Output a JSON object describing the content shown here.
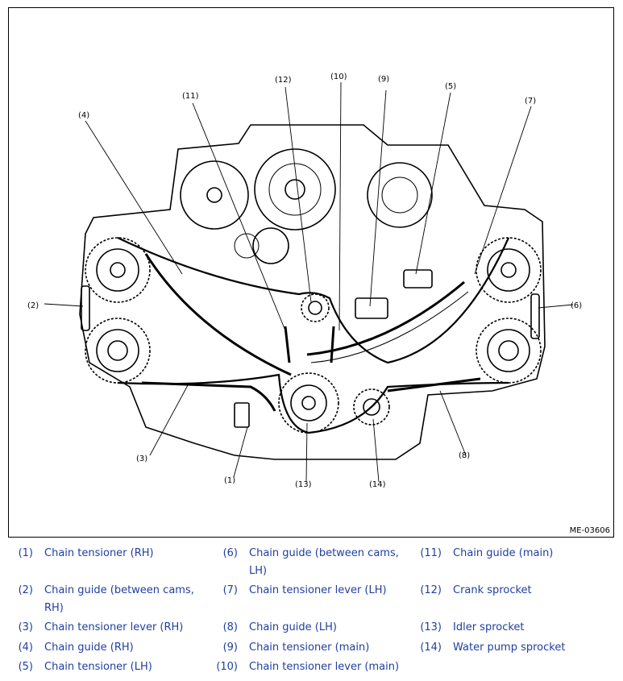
{
  "figure": {
    "id_label": "ME-03606",
    "callouts": [
      "(1)",
      "(2)",
      "(3)",
      "(4)",
      "(5)",
      "(6)",
      "(7)",
      "(8)",
      "(9)",
      "(10)",
      "(11)",
      "(12)",
      "(13)",
      "(14)"
    ]
  },
  "legend": [
    {
      "num": "(1)",
      "text": "Chain tensioner (RH)"
    },
    {
      "num": "(2)",
      "text": "Chain guide (between cams, RH)"
    },
    {
      "num": "(3)",
      "text": "Chain tensioner lever (RH)"
    },
    {
      "num": "(4)",
      "text": "Chain guide (RH)"
    },
    {
      "num": "(5)",
      "text": "Chain tensioner (LH)"
    },
    {
      "num": "(6)",
      "text": "Chain guide (between cams, LH)"
    },
    {
      "num": "(7)",
      "text": "Chain tensioner lever (LH)"
    },
    {
      "num": "(8)",
      "text": "Chain guide (LH)"
    },
    {
      "num": "(9)",
      "text": "Chain tensioner (main)"
    },
    {
      "num": "(10)",
      "text": "Chain tensioner lever (main)"
    },
    {
      "num": "(11)",
      "text": "Chain guide (main)"
    },
    {
      "num": "(12)",
      "text": "Crank sprocket"
    },
    {
      "num": "(13)",
      "text": "Idler sprocket"
    },
    {
      "num": "(14)",
      "text": "Water pump sprocket"
    }
  ]
}
